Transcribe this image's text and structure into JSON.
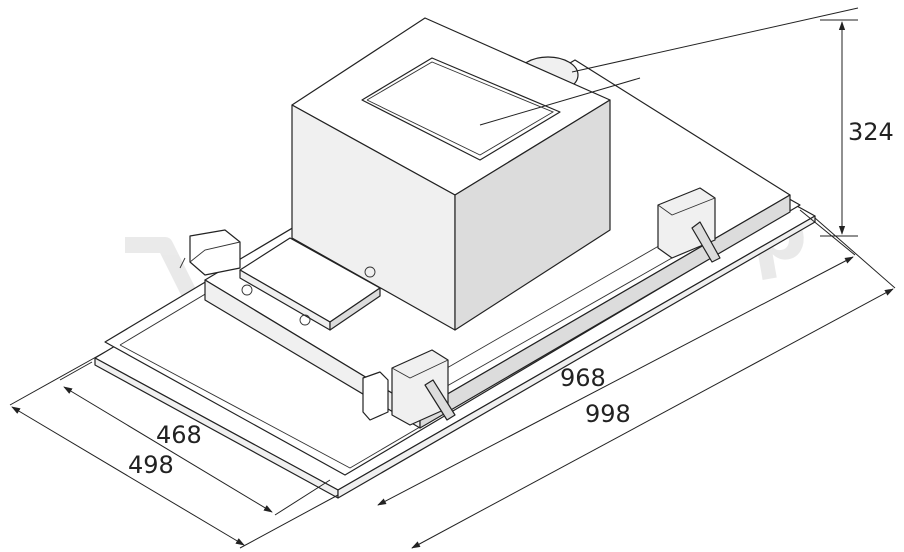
{
  "watermark": "OnlineShop",
  "dimensions": {
    "height": "324",
    "inner_length": "968",
    "outer_length": "998",
    "inner_depth": "468",
    "outer_depth": "498"
  }
}
